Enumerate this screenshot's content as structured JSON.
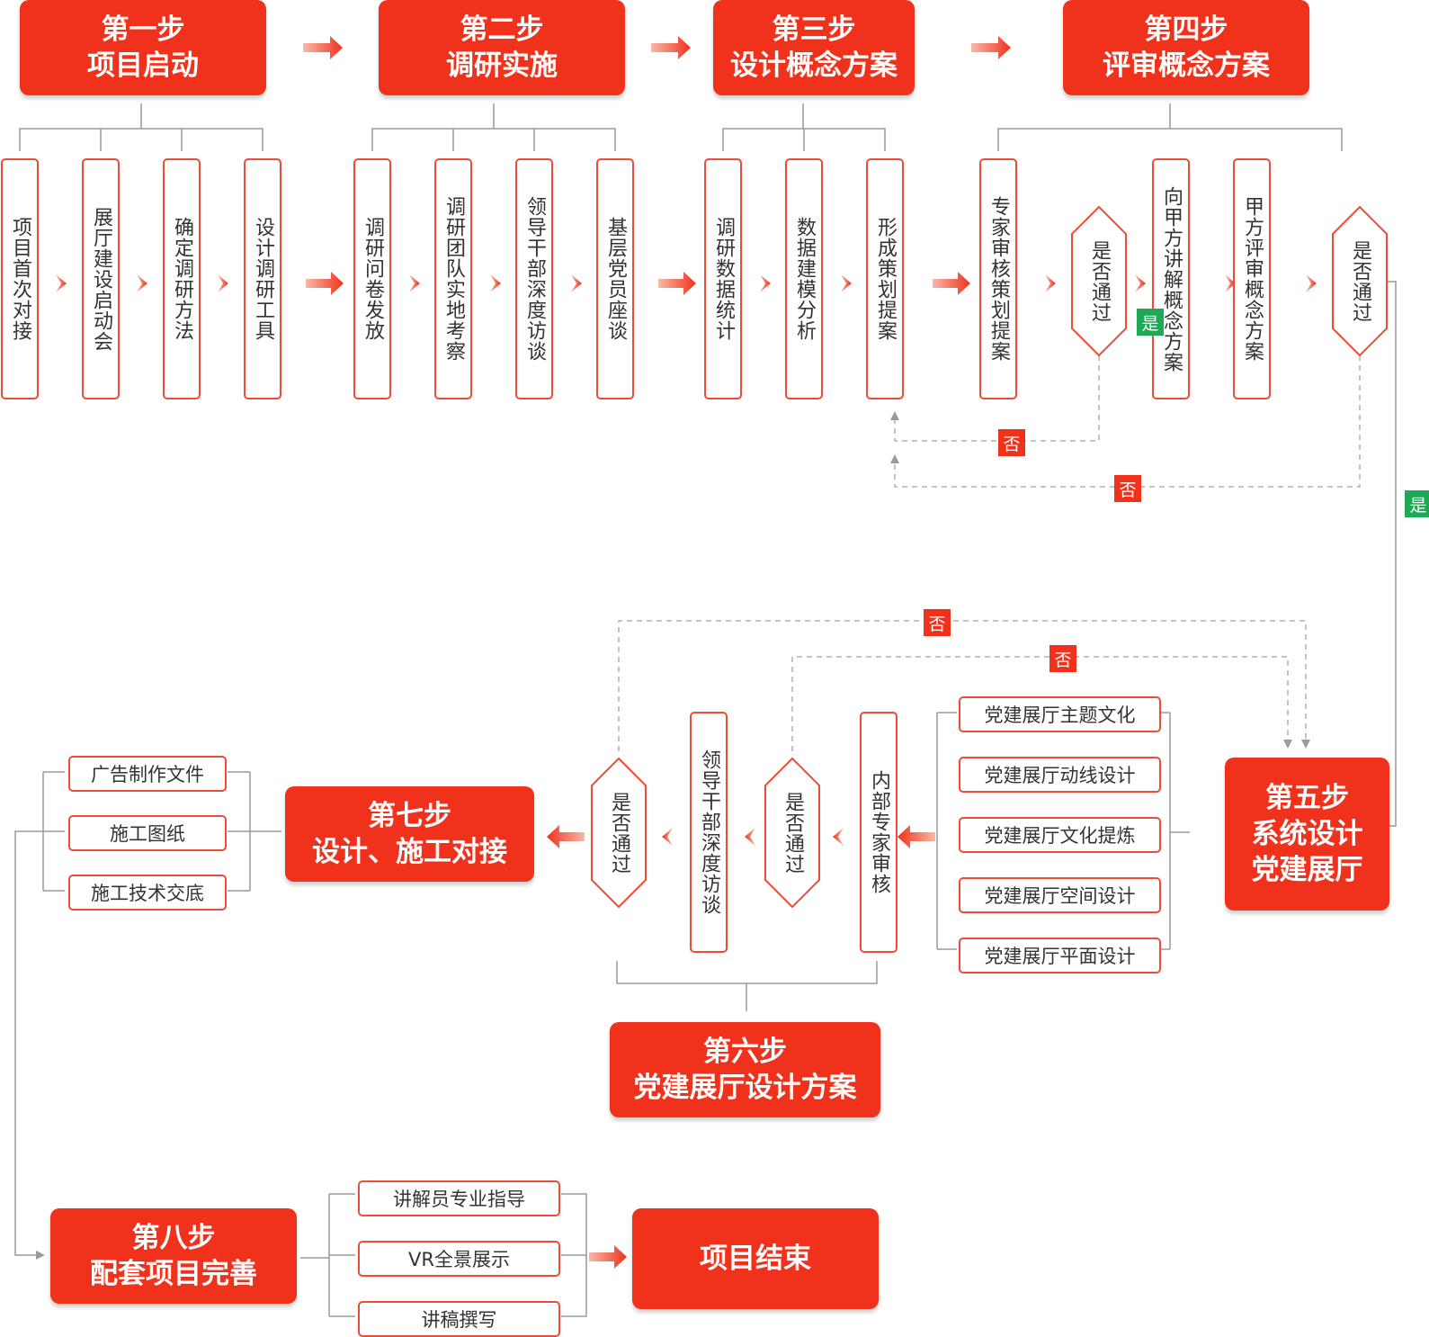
{
  "colors": {
    "accent": "#f0321c",
    "border": "#ee4b38",
    "yes": "#1fa855",
    "line": "#999999"
  },
  "steps": {
    "s1": "第一步\n项目启动",
    "s2": "第二步\n调研实施",
    "s3": "第三步\n设计概念方案",
    "s4": "第四步\n评审概念方案",
    "s5": "第五步\n系统设计\n党建展厅",
    "s6": "第六步\n党建展厅设计方案",
    "s7": "第七步\n设计、施工对接",
    "s8": "第八步\n配套项目完善",
    "end": "项目结束"
  },
  "step1_items": [
    "项目首次对接",
    "展厅建设启动会",
    "确定调研方法",
    "设计调研工具"
  ],
  "step2_items": [
    "调研问卷发放",
    "调研团队实地考察",
    "领导干部深度访谈",
    "基层党员座谈"
  ],
  "step3_items": [
    "调研数据统计",
    "数据建模分析",
    "形成策划提案"
  ],
  "step4_items": [
    "专家审核策划提案",
    "向甲方讲解概念方案",
    "甲方评审概念方案"
  ],
  "step5_items": [
    "党建展厅主题文化",
    "党建展厅动线设计",
    "党建展厅文化提炼",
    "党建展厅空间设计",
    "党建展厅平面设计"
  ],
  "step6_items": [
    "内部专家审核",
    "领导干部深度访谈"
  ],
  "step7_items": [
    "广告制作文件",
    "施工图纸",
    "施工技术交底"
  ],
  "step8_items": [
    "讲解员专业指导",
    "VR全景展示",
    "讲稿撰写"
  ],
  "decision_label": "是否通过",
  "yes_label": "是",
  "no_label": "否"
}
